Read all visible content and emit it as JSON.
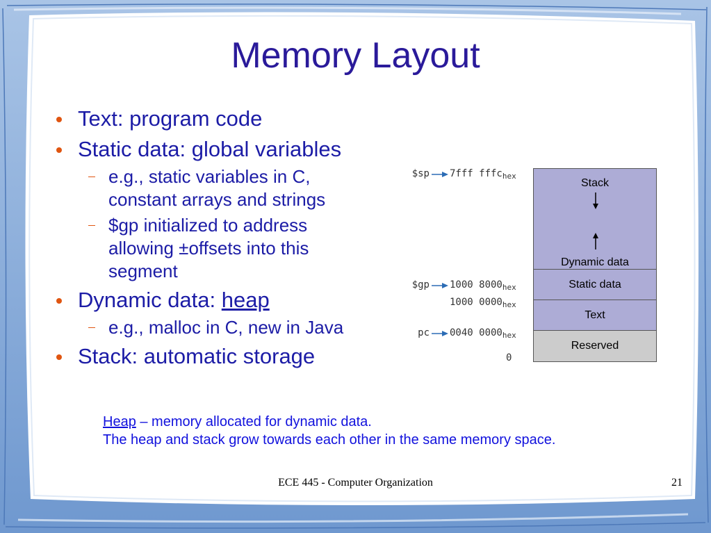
{
  "slide": {
    "title": "Memory Layout",
    "bullets": {
      "text": "Text: program code",
      "static": "Static data: global variables",
      "static_sub1": "e.g., static variables in C, constant arrays and strings",
      "static_sub2": "$gp initialized to address allowing ±offsets into this segment",
      "dynamic_prefix": "Dynamic data: ",
      "dynamic_heap": "heap",
      "dynamic_sub1": "e.g., malloc in C, new in Java",
      "stack": "Stack: automatic storage"
    },
    "note": {
      "heap": "Heap",
      "line1_rest": " – memory allocated for dynamic data.",
      "line2": "The heap and stack grow towards each other in the same memory space."
    },
    "footer": "ECE 445 - Computer Organization",
    "page_number": "21"
  },
  "diagram": {
    "segments": {
      "stack": "Stack",
      "dynamic": "Dynamic data",
      "static": "Static data",
      "text": "Text",
      "reserved": "Reserved"
    },
    "registers": {
      "sp": "$sp",
      "gp": "$gp",
      "pc": "pc"
    },
    "addresses": {
      "sp": "7fff fffc",
      "gp": "1000 8000",
      "static_start": "1000 0000",
      "text_start": "0040 0000",
      "zero": "0"
    },
    "hex_suffix": "hex"
  },
  "colors": {
    "title": "#2a1a9a",
    "body_text": "#1c1ca6",
    "bullet": "#e05510",
    "note": "#1111dd",
    "segment_fill": "#adacd6",
    "reserved_fill": "#cccccc",
    "frame": "#7fa6d6"
  }
}
